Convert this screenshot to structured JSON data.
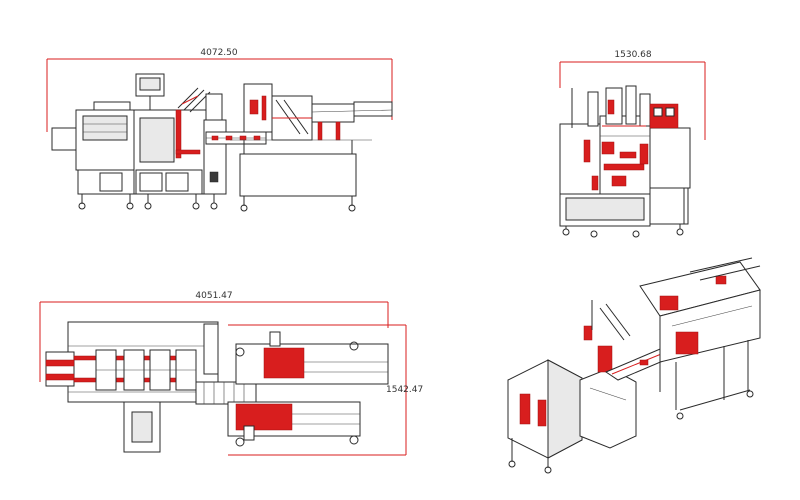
{
  "dimensions": {
    "front_width": "4072.50",
    "side_width": "1530.68",
    "top_width": "4051.47",
    "top_depth": "1542.47"
  },
  "colors": {
    "dimension_line": "#d81e1e",
    "linework": "#2b2b2b",
    "accent_parts": "#d81e1e"
  }
}
